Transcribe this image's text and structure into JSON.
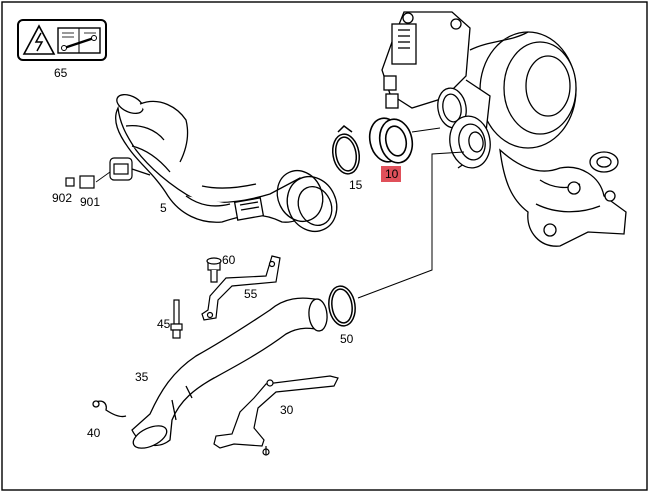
{
  "callouts": {
    "c65": "65",
    "c5": "5",
    "c901": "901",
    "c902": "902",
    "c15": "15",
    "c10": "10",
    "c60": "60",
    "c55": "55",
    "c45": "45",
    "c50": "50",
    "c35": "35",
    "c30": "30",
    "c40": "40"
  },
  "colors": {
    "line": "#000000",
    "highlight": "#e0505a",
    "paper": "#ffffff"
  },
  "icons": [
    "warning-electrical-icon",
    "service-manual-wrench-icon"
  ]
}
